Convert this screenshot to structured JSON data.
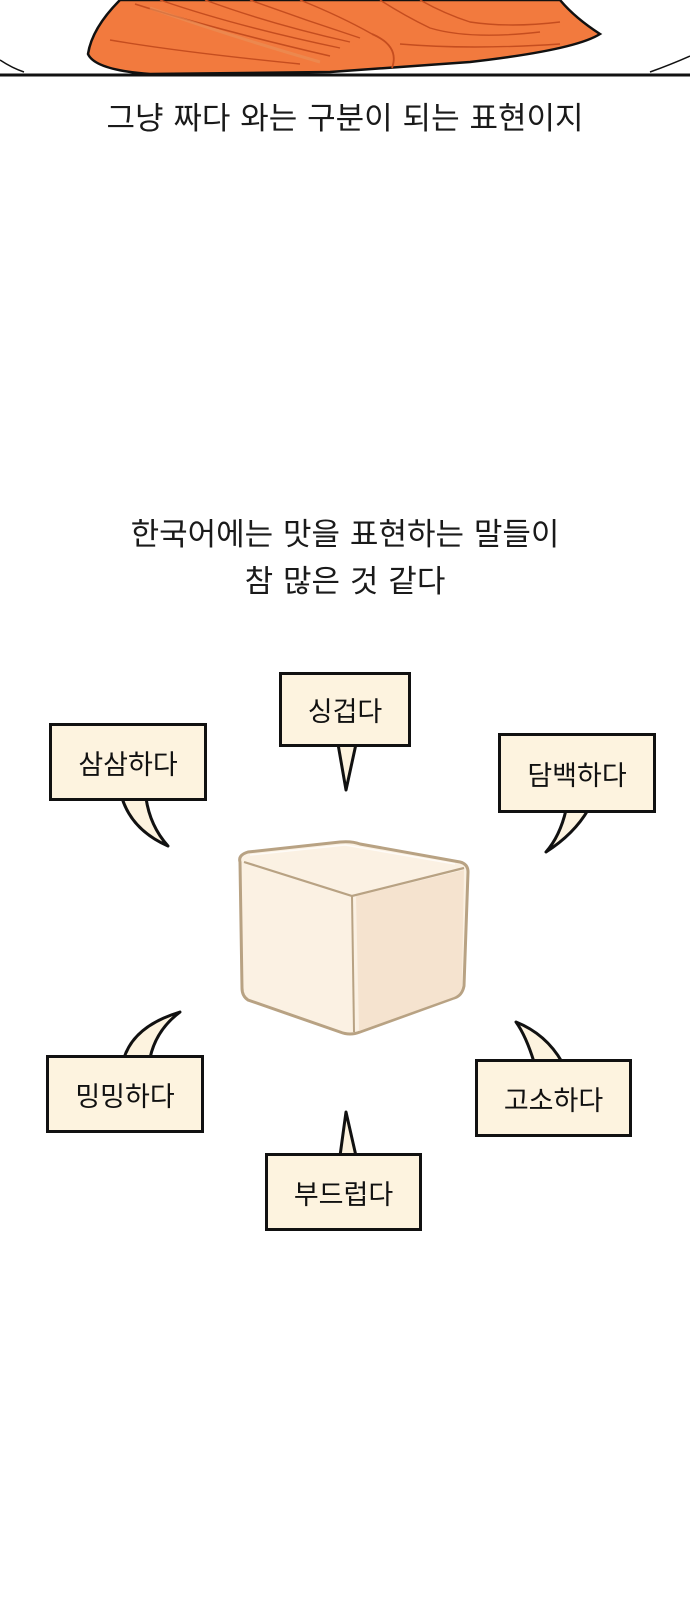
{
  "captions": {
    "line1": "그냥 짜다 와는 구분이 되는 표현이지",
    "line2": "한국어에는 맛을 표현하는 말들이",
    "line3": "참 많은 것 같다"
  },
  "bubbles": {
    "singgeopda": "싱겁다",
    "samsamhada": "삼삼하다",
    "dambaekhada": "담백하다",
    "mingminghada": "밍밍하다",
    "gosohada": "고소하다",
    "budeureopda": "부드럽다"
  },
  "colors": {
    "bubble_fill": "#fdf3df",
    "tofu_fill": "#fbf1e3",
    "salmon": "#f27a3e"
  }
}
